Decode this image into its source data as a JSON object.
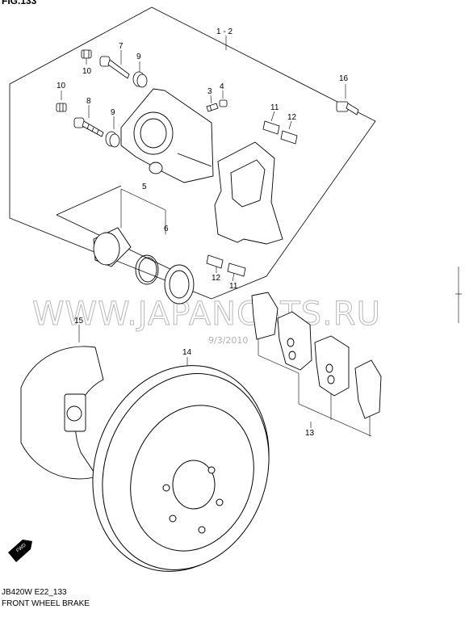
{
  "figure_header": "FIG.133",
  "diagram_code": "JB420W E22_133",
  "diagram_title": "FRONT WHEEL BRAKE",
  "watermark": "WWW.JAPANCATS.RU",
  "date_stamp": "9/3/2010",
  "direction_label": "FWD",
  "callouts": {
    "c1": "1 - 2",
    "c3": "3",
    "c4": "4",
    "c5": "5",
    "c6": "6",
    "c7": "7",
    "c8": "8",
    "c9a": "9",
    "c9b": "9",
    "c10a": "10",
    "c10b": "10",
    "c11a": "11",
    "c11b": "11",
    "c12a": "12",
    "c12b": "12",
    "c13": "13",
    "c14": "14",
    "c15": "15",
    "c16": "16"
  }
}
